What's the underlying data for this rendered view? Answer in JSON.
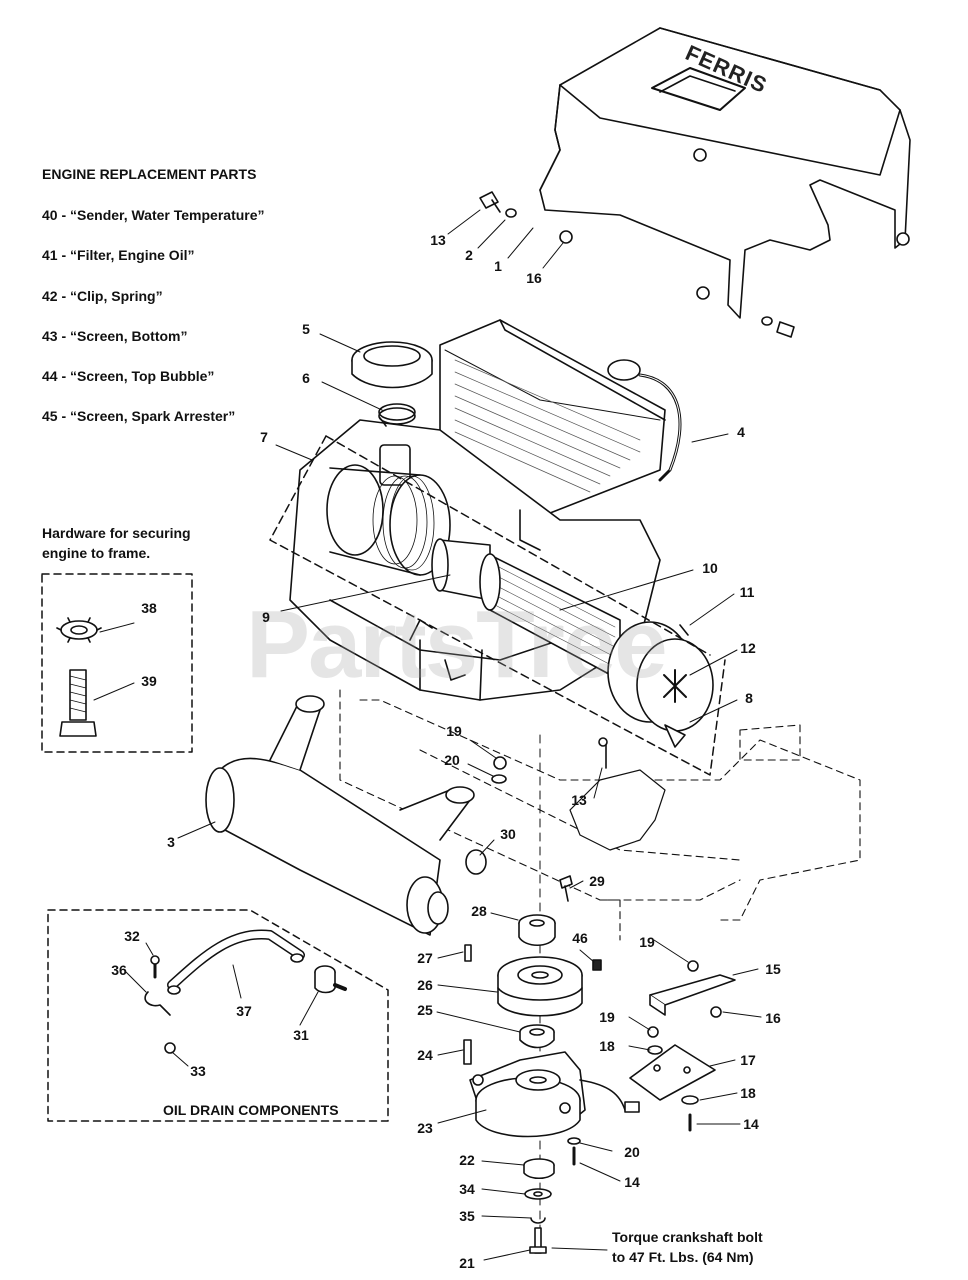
{
  "engine_parts": {
    "heading": "ENGINE REPLACEMENT PARTS",
    "items": [
      "40 - “Sender, Water Temperature”",
      "41 - “Filter, Engine Oil”",
      "42 - “Clip, Spring”",
      "43 - “Screen, Bottom”",
      "44 - “Screen, Top Bubble”",
      "45 - “Screen, Spark Arrester”"
    ]
  },
  "hardware": {
    "note_line1": "Hardware for securing",
    "note_line2": "engine to frame."
  },
  "oil_drain": {
    "label": "OIL DRAIN COMPONENTS"
  },
  "torque": {
    "line1": "Torque crankshaft bolt",
    "line2": "to 47 Ft. Lbs. (64 Nm)"
  },
  "brand_text": "FERRIS",
  "watermark": "PartsTree",
  "callouts": [
    "1",
    "2",
    "3",
    "4",
    "5",
    "6",
    "7",
    "8",
    "9",
    "10",
    "11",
    "12",
    "13",
    "13",
    "14",
    "14",
    "15",
    "16",
    "16",
    "17",
    "18",
    "18",
    "19",
    "19",
    "19",
    "20",
    "20",
    "21",
    "22",
    "23",
    "24",
    "25",
    "26",
    "27",
    "28",
    "29",
    "30",
    "31",
    "32",
    "33",
    "34",
    "35",
    "36",
    "37",
    "38",
    "39",
    "46"
  ]
}
